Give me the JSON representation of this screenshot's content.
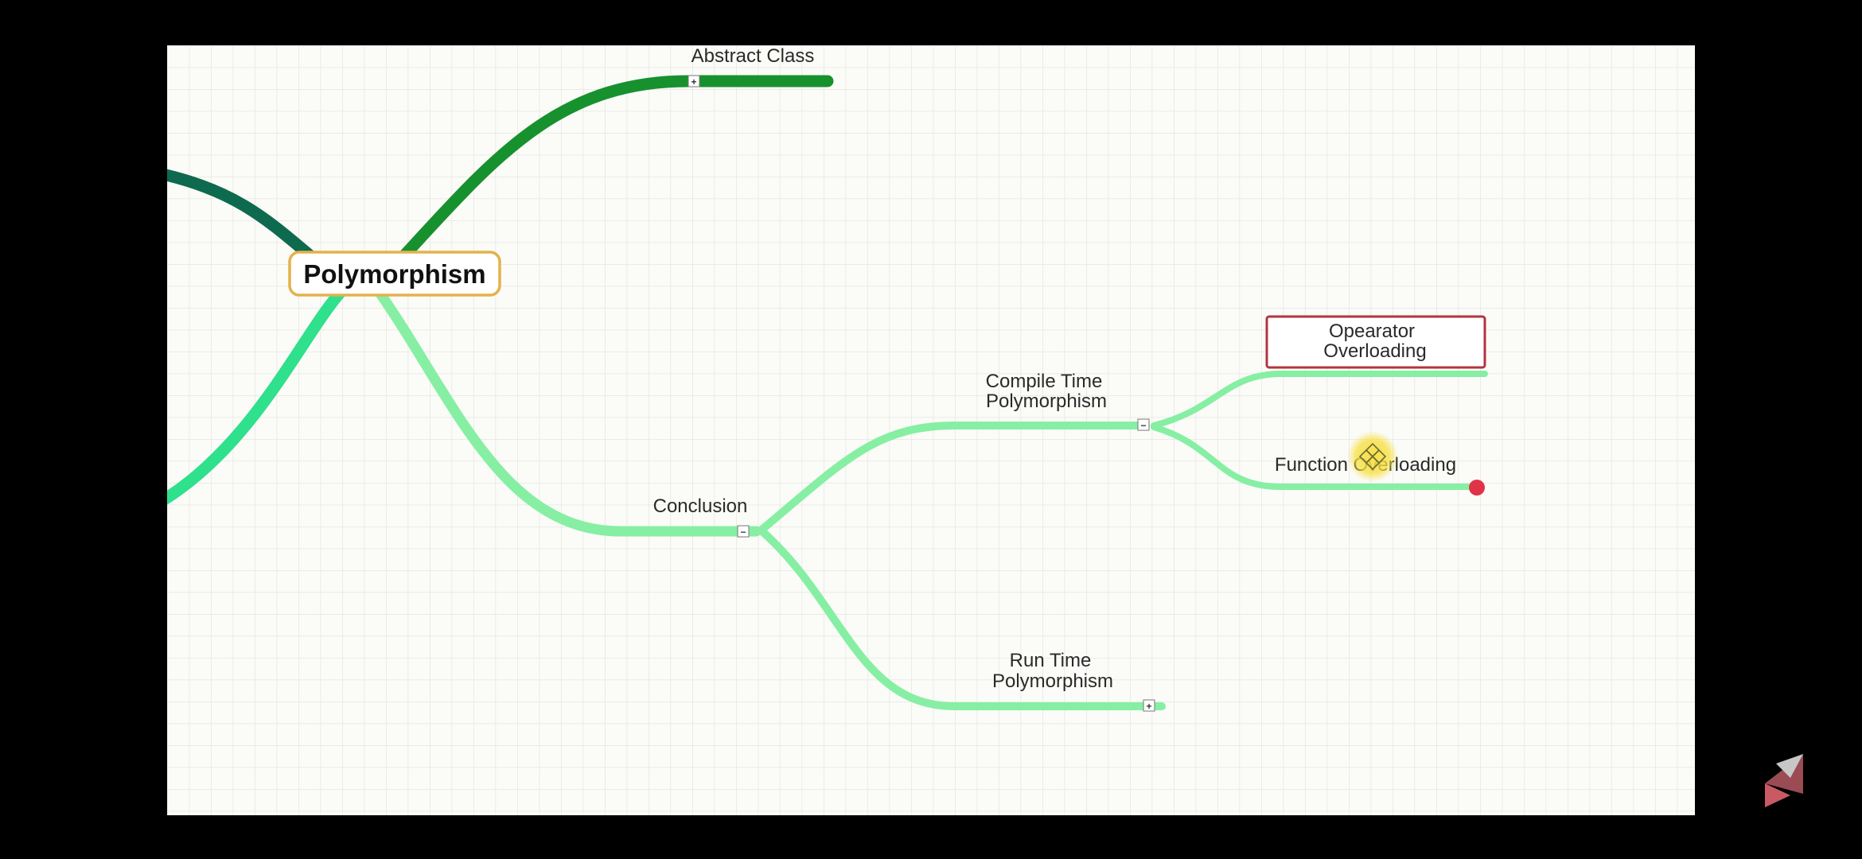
{
  "diagram": {
    "root": {
      "label": "Polymorphism",
      "border_color": "#e3b24a"
    },
    "nodes": {
      "abstract_class": {
        "label": "Abstract Class",
        "toggle": "+"
      },
      "conclusion": {
        "label": "Conclusion",
        "toggle": "−"
      },
      "compile_time": {
        "label_line1": "Compile Time",
        "label_line2": "Polymorphism",
        "toggle": "−"
      },
      "run_time": {
        "label_line1": "Run Time",
        "label_line2": "Polymorphism",
        "toggle": "+"
      },
      "operator_overloading": {
        "label_line1": "Opearator",
        "label_line2": "Overloading",
        "selected": true
      },
      "function_overloading": {
        "label": "Function Overloading"
      }
    },
    "colors": {
      "grid_background": "#fbfbf8",
      "grid_line": "#e6e6e2",
      "branch_dark_teal": "#0e6a4e",
      "branch_dark_green": "#17912e",
      "branch_bright_green": "#2fe08c",
      "branch_light_green": "#86efa3",
      "selection_border": "#b2353f",
      "end_marker": "#e03347",
      "cursor_highlight": "#f7df3c"
    },
    "icons": {
      "cursor": "move-cursor-icon",
      "corner_logo": "play-logo-icon"
    }
  }
}
